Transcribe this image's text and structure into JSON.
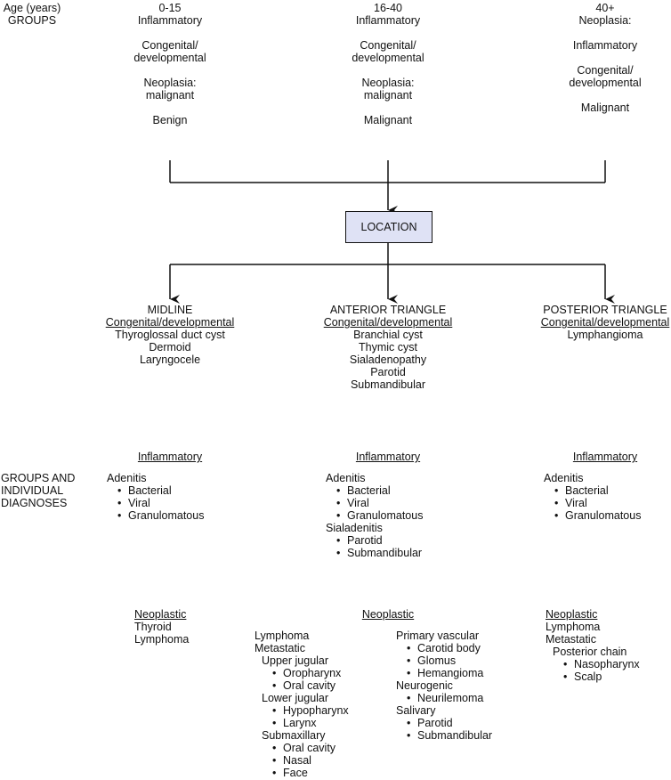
{
  "header": {
    "age_label": "Age (years)",
    "groups_label": "GROUPS"
  },
  "age_groups": [
    {
      "age": "0-15",
      "items": [
        "Inflammatory",
        "Congenital/",
        "developmental",
        "Neoplasia:",
        "malignant",
        "Benign"
      ]
    },
    {
      "age": "16-40",
      "items": [
        "Inflammatory",
        "Congenital/",
        "developmental",
        "Neoplasia:",
        "malignant",
        "Malignant"
      ]
    },
    {
      "age": "40+",
      "items": [
        "Neoplasia:",
        "Inflammatory",
        "Congenital/",
        "developmental",
        "Malignant"
      ]
    }
  ],
  "location_label": "LOCATION",
  "side_label": [
    "GROUPS AND",
    "INDIVIDUAL",
    "DIAGNOSES"
  ],
  "midline": {
    "title": "MIDLINE",
    "congenital_heading": "Congenital/developmental",
    "congenital_items": [
      "Thyroglossal duct cyst",
      "Dermoid",
      "Laryngocele"
    ],
    "inflammatory_heading": "Inflammatory",
    "inflammatory_lead": "Adenitis",
    "inflammatory_items": [
      "Bacterial",
      "Viral",
      "Granulomatous"
    ],
    "neoplastic_heading": "Neoplastic",
    "neoplastic_items": [
      "Thyroid",
      "Lymphoma"
    ]
  },
  "anterior": {
    "title": "ANTERIOR TRIANGLE",
    "congenital_heading": "Congenital/developmental",
    "congenital_items": [
      "Branchial cyst",
      "Thymic cyst",
      "Sialadenopathy",
      "Parotid",
      "Submandibular"
    ],
    "inflammatory_heading": "Inflammatory",
    "inflammatory_lead": "Adenitis",
    "inflammatory_items": [
      "Bacterial",
      "Viral",
      "Granulomatous"
    ],
    "inflammatory_lead2": "Sialadenitis",
    "inflammatory_items2": [
      "Parotid",
      "Submandibular"
    ],
    "neoplastic_heading": "Neoplastic",
    "neo_left": {
      "lymphoma": "Lymphoma",
      "metastatic": "Metastatic",
      "upper_jugular": "Upper jugular",
      "upper_items": [
        "Oropharynx",
        "Oral cavity"
      ],
      "lower_jugular": "Lower jugular",
      "lower_items": [
        "Hypopharynx",
        "Larynx"
      ],
      "submaxillary": "Submaxillary",
      "submax_items": [
        "Oral cavity",
        "Nasal",
        "Face"
      ]
    },
    "neo_right": {
      "primary_vascular": "Primary vascular",
      "vascular_items": [
        "Carotid body",
        "Glomus",
        "Hemangioma"
      ],
      "neurogenic": "Neurogenic",
      "neurogenic_items": [
        "Neurilemoma"
      ],
      "salivary": "Salivary",
      "salivary_items": [
        "Parotid",
        "Submandibular"
      ]
    }
  },
  "posterior": {
    "title": "POSTERIOR TRIANGLE",
    "congenital_heading": "Congenital/developmental",
    "congenital_items": [
      "Lymphangioma"
    ],
    "inflammatory_heading": "Inflammatory",
    "inflammatory_lead": "Adenitis",
    "inflammatory_items": [
      "Bacterial",
      "Viral",
      "Granulomatous"
    ],
    "neoplastic_heading": "Neoplastic",
    "neoplastic_items": [
      "Lymphoma",
      "Metastatic"
    ],
    "posterior_chain": "Posterior chain",
    "chain_items": [
      "Nasopharynx",
      "Scalp"
    ]
  }
}
